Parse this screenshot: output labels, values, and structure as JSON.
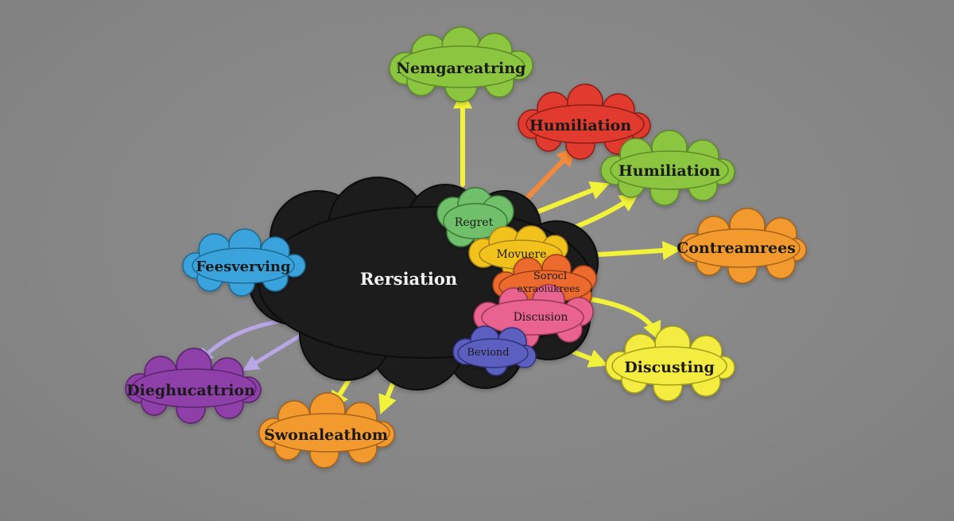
{
  "center": {
    "label": "Rersiation",
    "color": "#1a1a1a"
  },
  "inner_clouds": [
    {
      "label": "Regret",
      "color": "#6fbf6a"
    },
    {
      "label": "Movuere",
      "color": "#f2c21f"
    },
    {
      "label": "Sorocl",
      "color": "#ec6b2d"
    },
    {
      "label": "exraoiukrees",
      "color": "#ec6b2d"
    },
    {
      "label": "Discusion",
      "color": "#e8638f"
    },
    {
      "label": "Beviond",
      "color": "#5b5fbf"
    }
  ],
  "outer_clouds": [
    {
      "label": "Nemgareatring",
      "color": "#8cc63f"
    },
    {
      "label": "Humiliation",
      "color": "#e03a2f"
    },
    {
      "label": "Humiliation",
      "color": "#8cc63f"
    },
    {
      "label": "Contreamrees",
      "color": "#f39a2f"
    },
    {
      "label": "Discusting",
      "color": "#f4ec3f"
    },
    {
      "label": "Swonaleathom",
      "color": "#f39a2f"
    },
    {
      "label": "Dieghucattrion",
      "color": "#8e3fa8"
    },
    {
      "label": "Feesverving",
      "color": "#3aa3dc"
    }
  ],
  "arrow_colors": {
    "yellow": "#f2f23a",
    "orange": "#f28a3a",
    "purple": "#b8a6e6"
  }
}
